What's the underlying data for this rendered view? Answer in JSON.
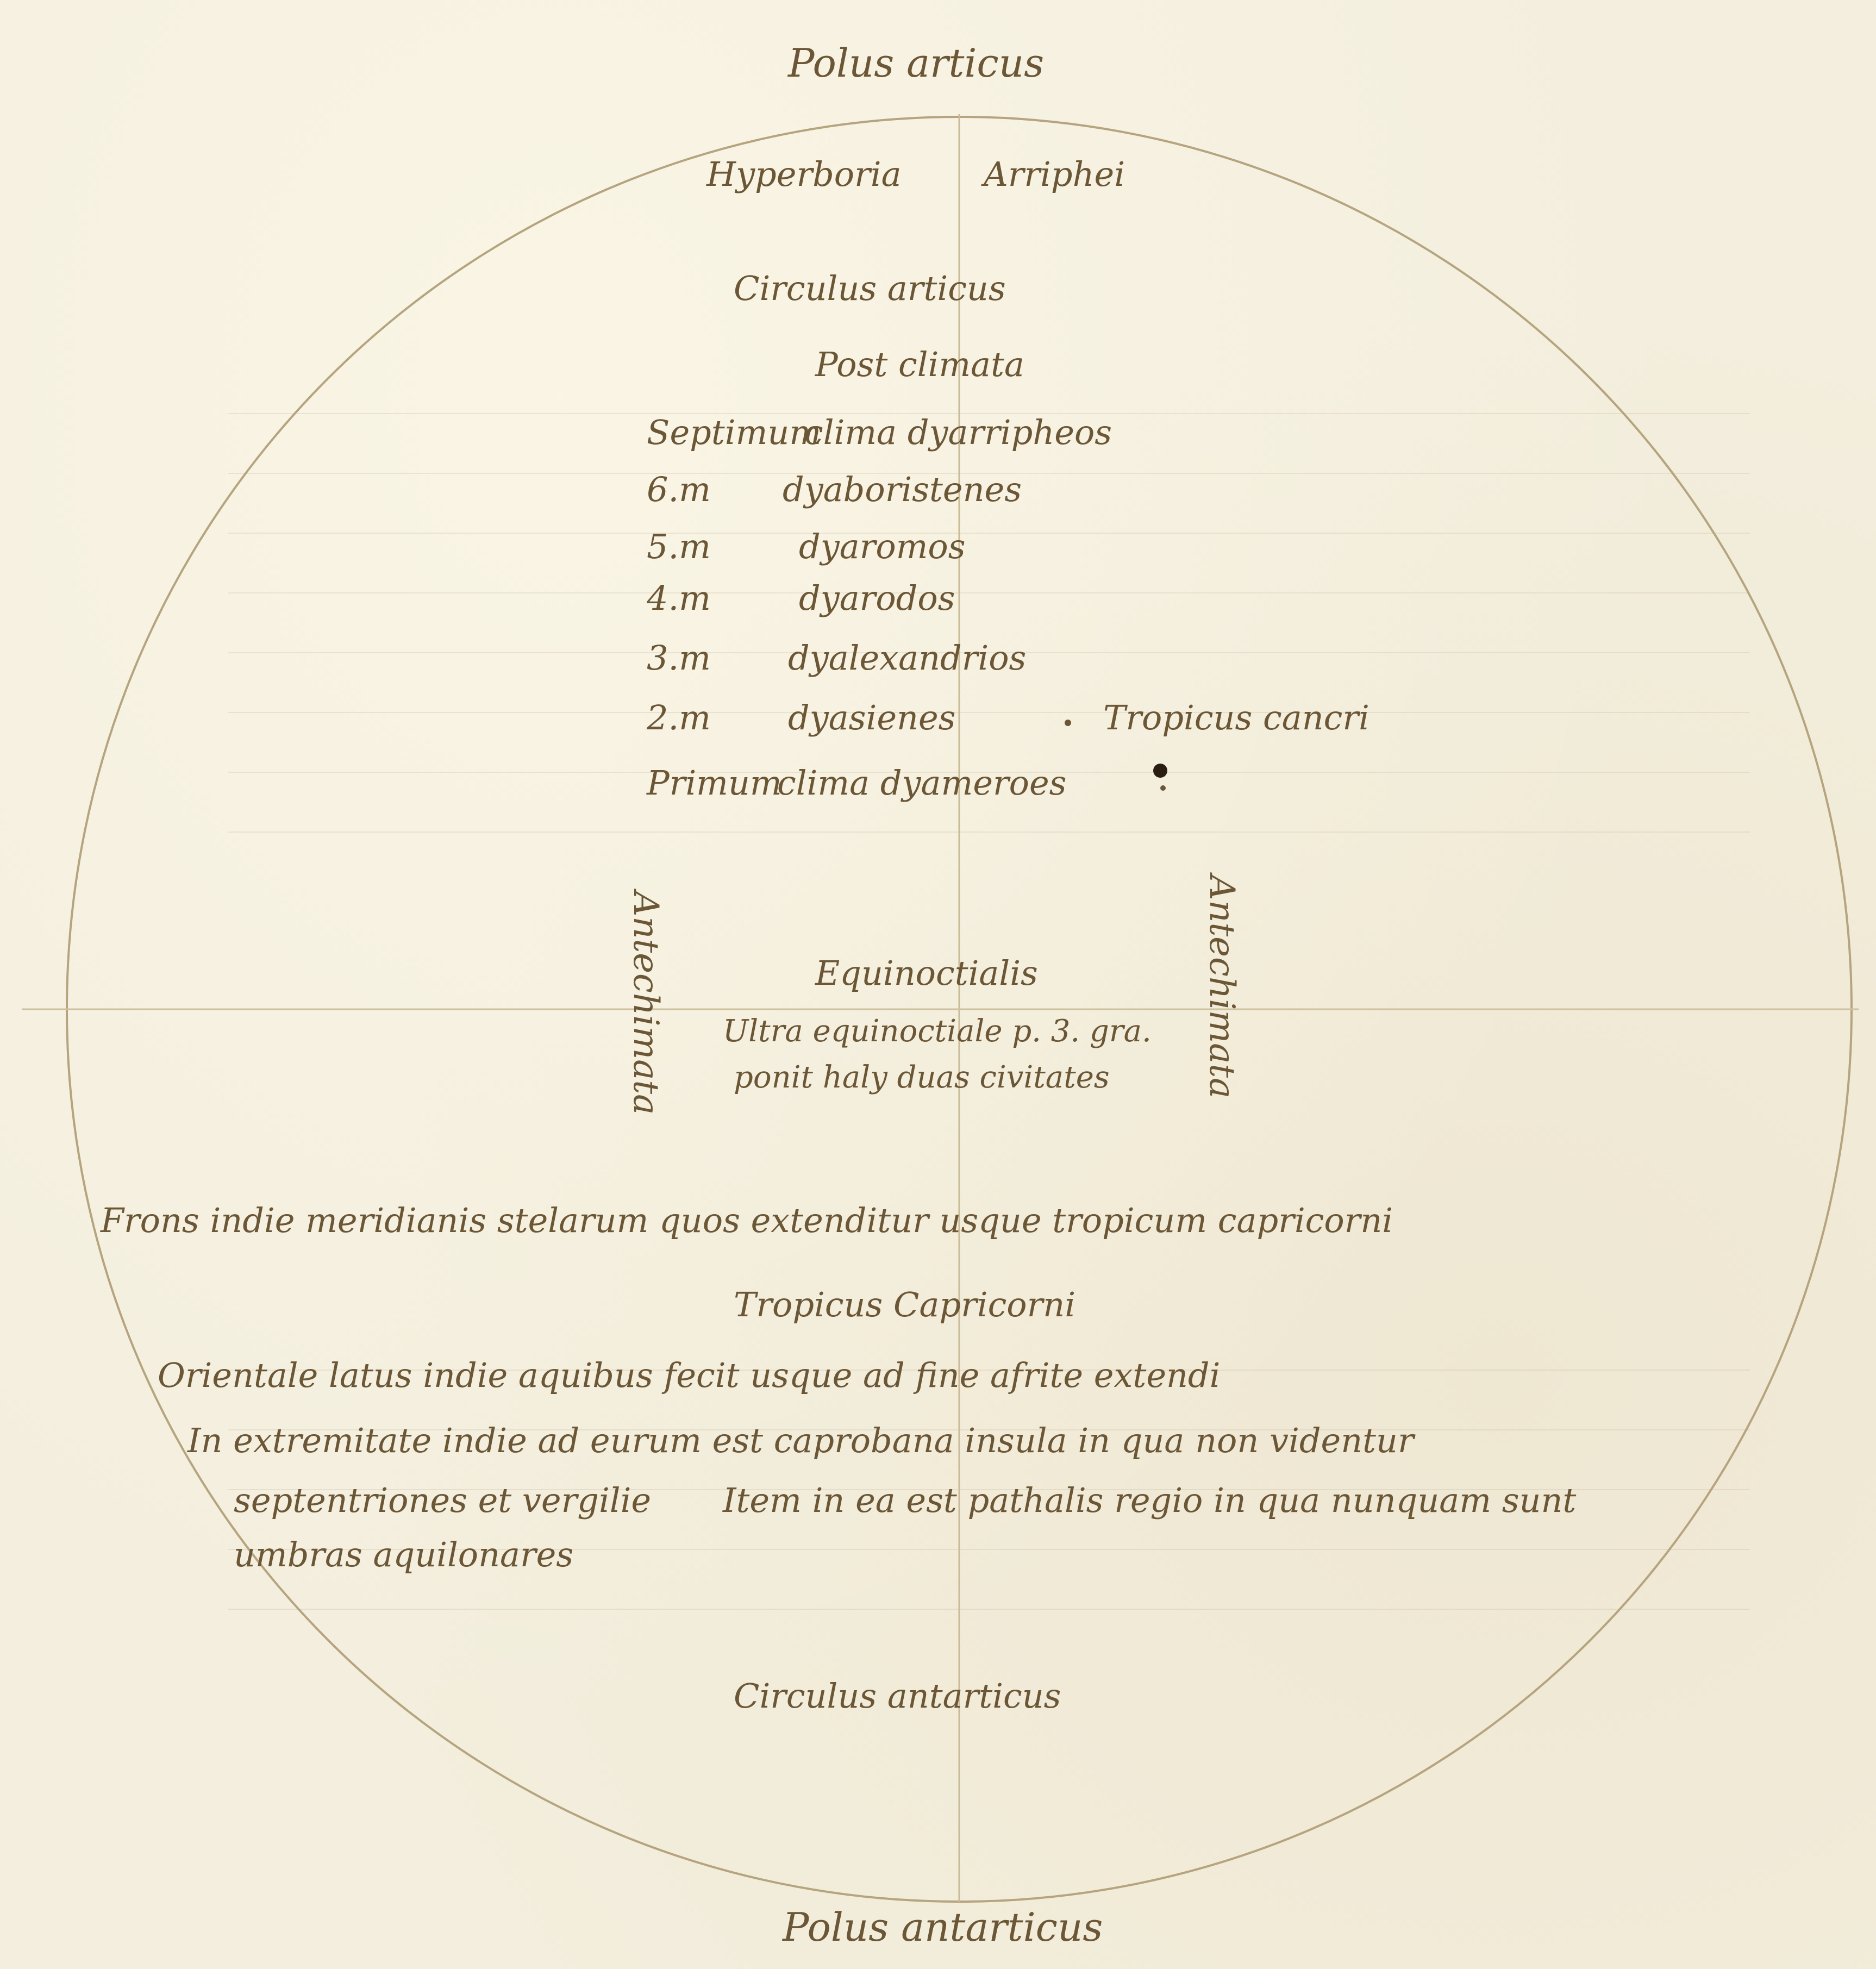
{
  "diagram": {
    "top_label": "Polus articus",
    "bottom_label": "Polus antarticus",
    "north_left": "Hyperboria",
    "north_right": "Arriphei",
    "circulus_articus": "Circulus articus",
    "post_climata": "Post climata",
    "climata": [
      {
        "num": "Septimum",
        "label": "clima dyarripheos"
      },
      {
        "num": "6.m",
        "label": "dyaboristenes"
      },
      {
        "num": "5.m",
        "label": "dyaromos"
      },
      {
        "num": "4.m",
        "label": "dyarodos"
      },
      {
        "num": "3.m",
        "label": "dyalexandrios"
      },
      {
        "num": "2.m",
        "label": "dyasienes"
      },
      {
        "num": "Primum",
        "label": "clima dyameroes"
      }
    ],
    "tropicus_cancri": "Tropicus cancri",
    "antechimata_left": "Antechimata",
    "antechimata_right": "Antechimata",
    "equinoctialis": "Equinoctialis",
    "equinoctialis_note_1": "Ultra equinoctiale p. 3. gra.",
    "equinoctialis_note_2": "ponit haly duas civitates",
    "india_note": "Frons indie meridianis stelarum quos extenditur usque tropicum capricorni",
    "tropicus_capricorni": "Tropicus Capricorni",
    "orientale_note": "Orientale latus indie aquibus fecit usque ad fine afrite extendi",
    "extremitate_note_1": "In extremitate indie ad eurum est caprobana insula in qua non videntur",
    "extremitate_note_2": "septentriones et vergilie",
    "item_note": "Item in ea est pathalis regio in qua nunquam sunt",
    "umbras_note": "umbras aquilonares",
    "circulus_antarticus": "Circulus antarticus"
  },
  "colors": {
    "ink": "#6b5636",
    "rubric": "#c8432a",
    "parchment": "#f3eedd",
    "circle": "#b5a47e"
  }
}
